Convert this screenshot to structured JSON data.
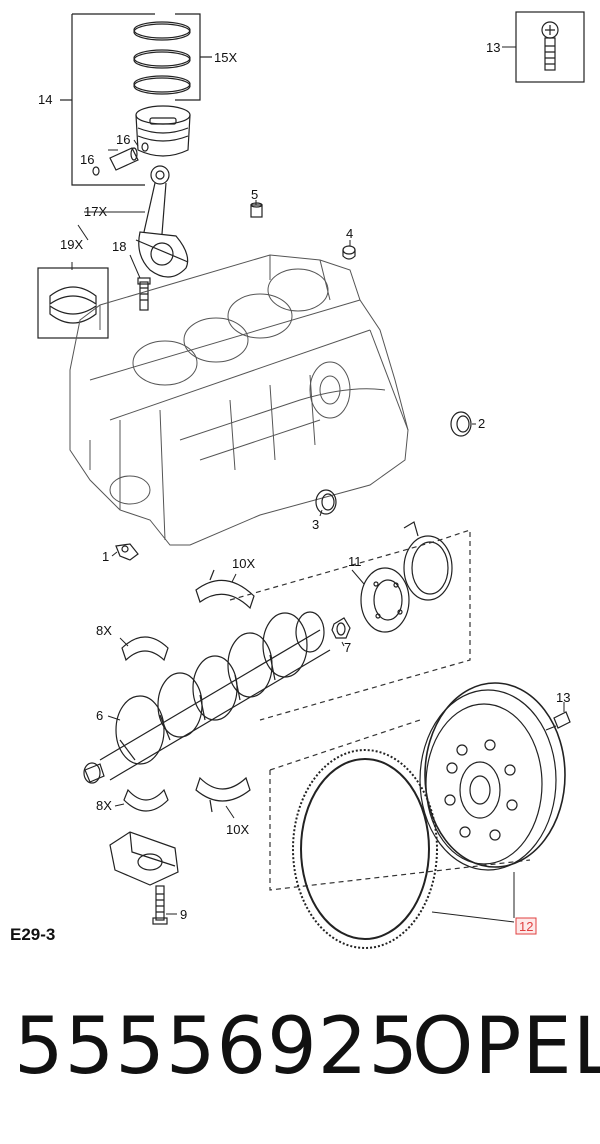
{
  "callouts": {
    "c15x": "15X",
    "c14": "14",
    "c16a": "16",
    "c16b": "16",
    "c13a": "13",
    "c5": "5",
    "c17x": "17X",
    "c4": "4",
    "c19x": "19X",
    "c18": "18",
    "c2": "2",
    "c3": "3",
    "c1": "1",
    "c10xa": "10X",
    "c11": "11",
    "c8xa": "8X",
    "c7": "7",
    "c6": "6",
    "c13b": "13",
    "c8xb": "8X",
    "c10xb": "10X",
    "c9": "9",
    "c12": "12"
  },
  "reference": "E29-3",
  "part_number": "55556925",
  "brand": "OPEL",
  "highlight_color": "#e04040"
}
